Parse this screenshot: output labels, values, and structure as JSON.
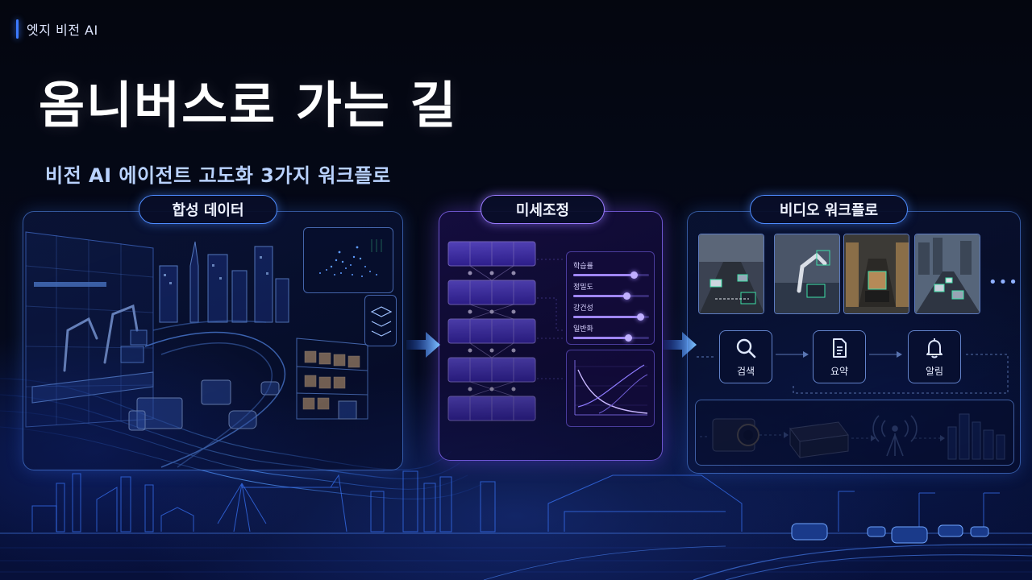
{
  "header": {
    "tag": "엣지 비전 AI"
  },
  "hero": {
    "title": "옴니버스로 가는 길",
    "subtitle": "비전 AI 에이전트 고도화 3가지 워크플로"
  },
  "workflows": {
    "synthetic": {
      "label": "합성 데이터"
    },
    "finetune": {
      "label": "미세조정",
      "params": [
        {
          "label": "학습률",
          "level": 0.8
        },
        {
          "label": "정밀도",
          "level": 0.7
        },
        {
          "label": "강건성",
          "level": 0.88
        },
        {
          "label": "일반화",
          "level": 0.72
        }
      ]
    },
    "video": {
      "label": "비디오 워크플로",
      "steps": [
        {
          "label": "검색",
          "icon": "search-icon"
        },
        {
          "label": "요약",
          "icon": "document-icon"
        },
        {
          "label": "알림",
          "icon": "bell-icon"
        }
      ],
      "more": "•••"
    }
  },
  "colors": {
    "accent_blue": "#4e8cff",
    "accent_violet": "#9a7bff",
    "background": "#04060f"
  }
}
